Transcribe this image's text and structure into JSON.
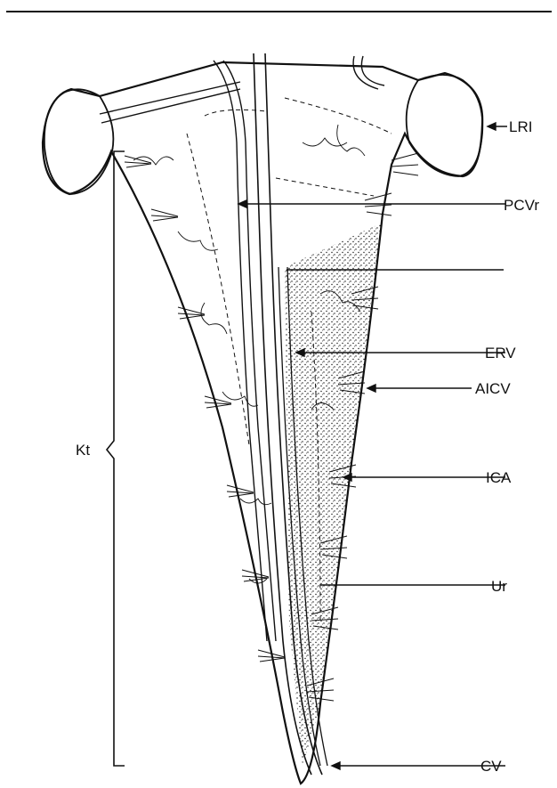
{
  "figure": {
    "labels": {
      "lri": "LRI",
      "pcvr": "PCVr",
      "erv": "ERV",
      "aicv": "AICV",
      "ica": "ICA",
      "ur": "Ur",
      "cv": "CV",
      "kt": "Kt"
    },
    "colors": {
      "ink": "#111111",
      "paper": "#ffffff"
    }
  }
}
